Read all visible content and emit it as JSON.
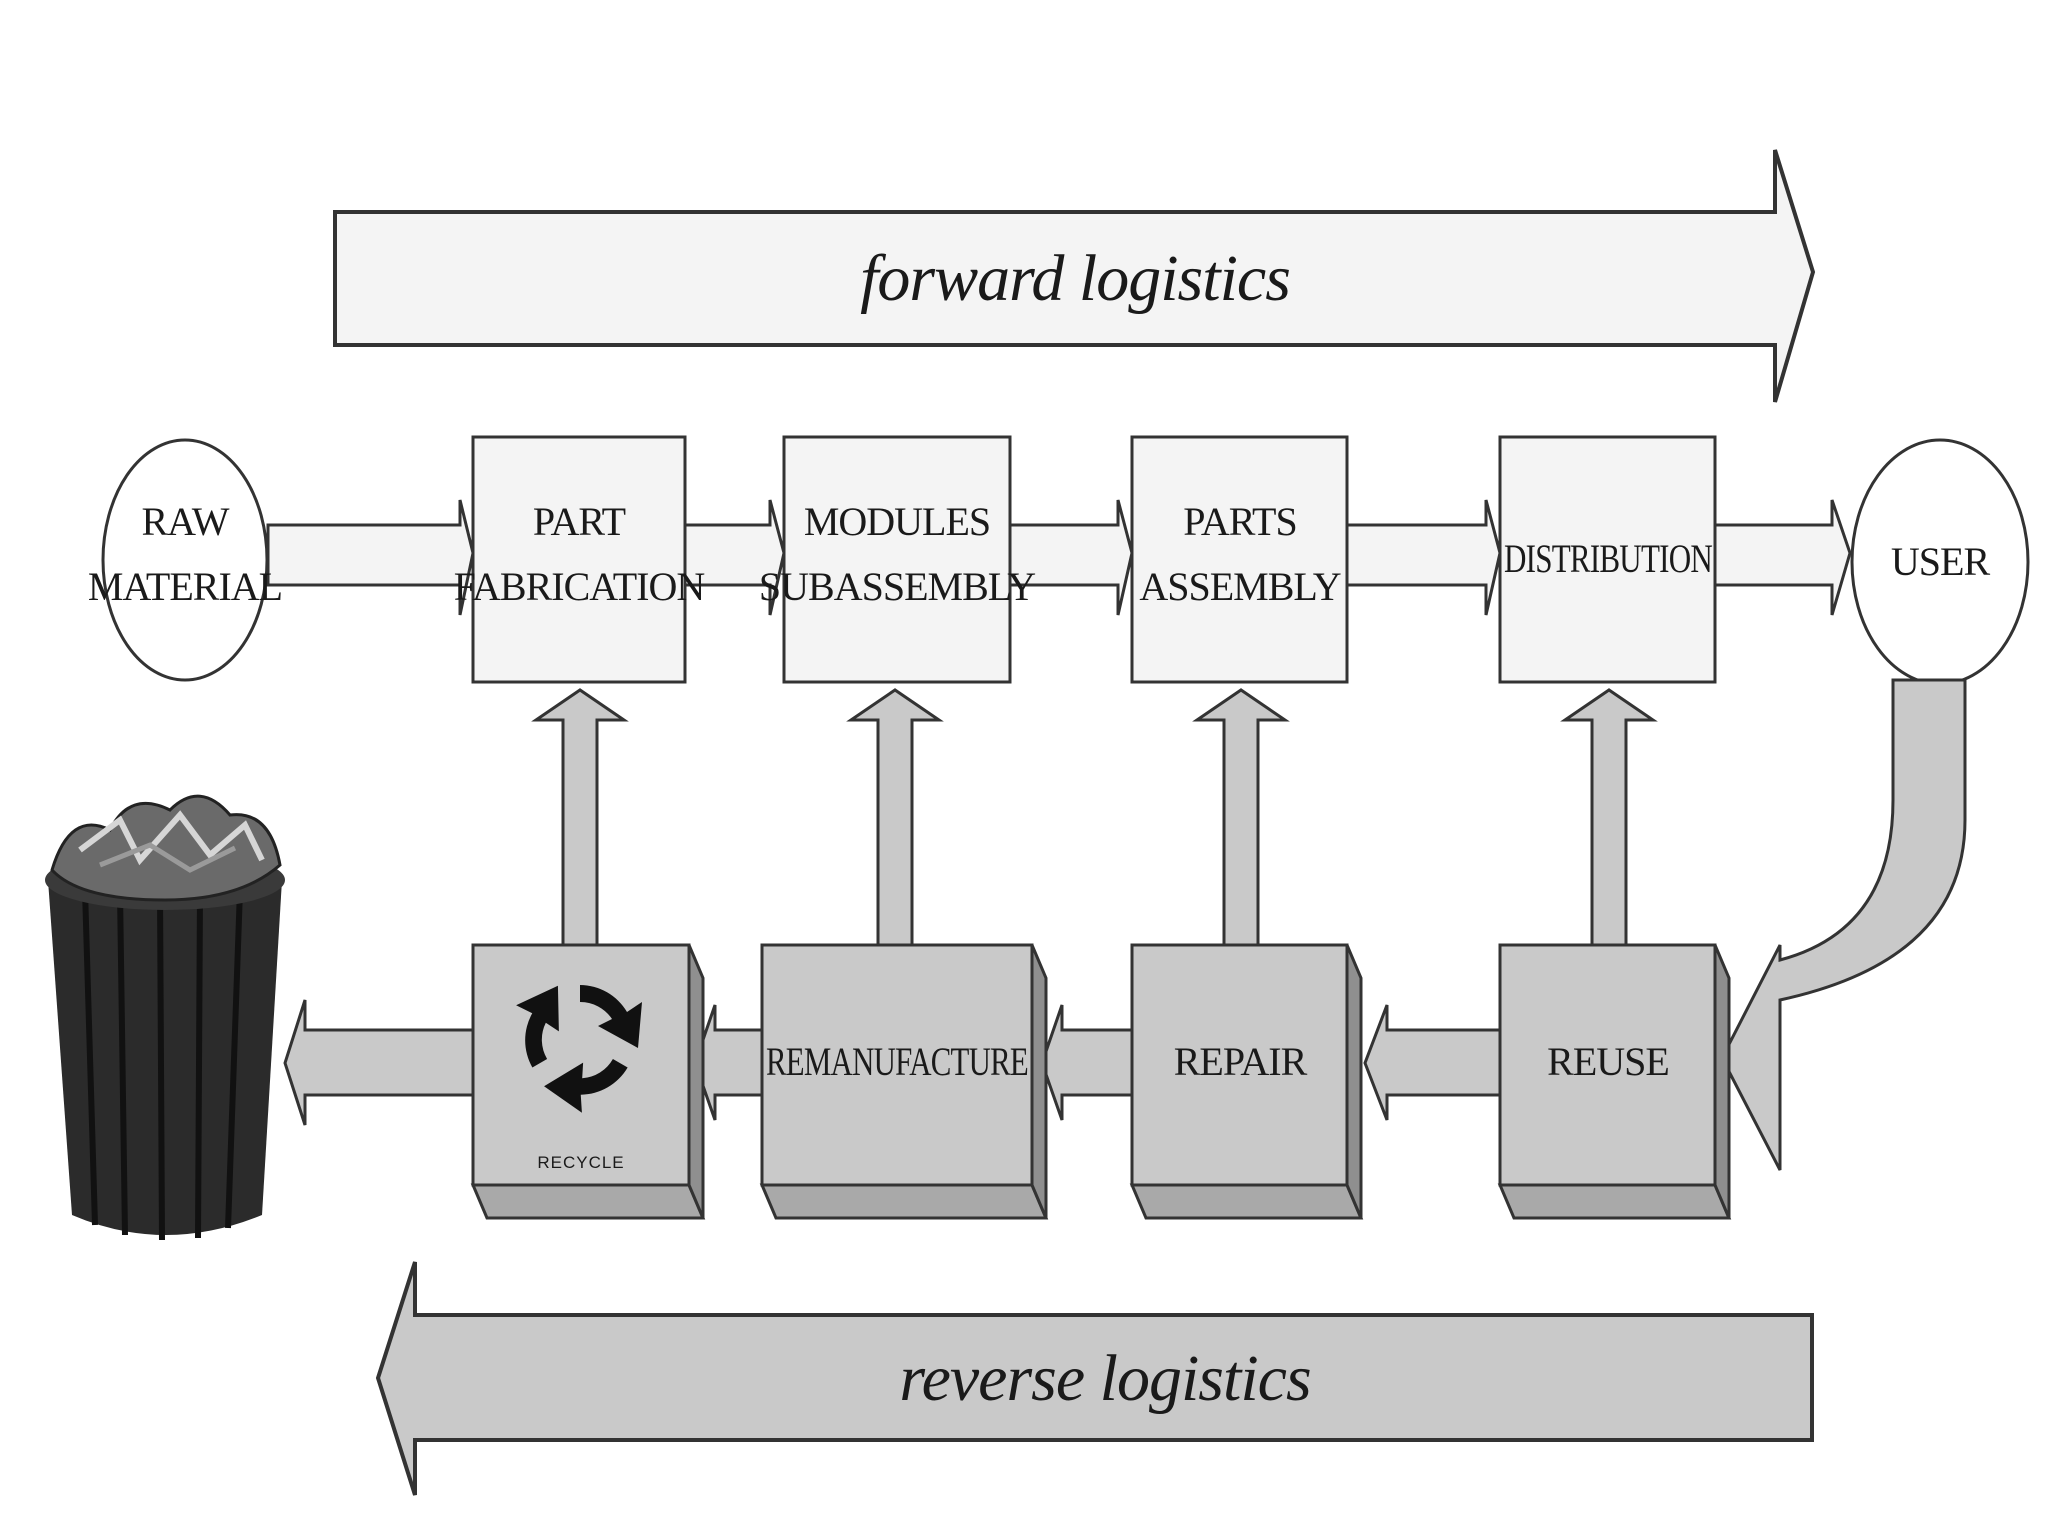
{
  "diagram": {
    "forward_label": "forward logistics",
    "reverse_label": "reverse logistics",
    "nodes": {
      "raw_material": [
        "RAW",
        "MATERIAL"
      ],
      "part_fabrication": [
        "PART",
        "FABRICATION"
      ],
      "modules_subassembly": [
        "MODULES",
        "SUBASSEMBLY"
      ],
      "parts_assembly": [
        "PARTS",
        "ASSEMBLY"
      ],
      "distribution": "DISTRIBUTION",
      "user": "USER"
    },
    "reverse_nodes": {
      "recycle": "RECYCLE",
      "remanufacture": "REMANUFACTURE",
      "repair": "REPAIR",
      "reuse": "REUSE"
    },
    "icons": [
      "recycle-icon",
      "trash-bin-icon"
    ],
    "colors": {
      "forward_fill": "#f4f4f4",
      "reverse_fill": "#c9c9c9",
      "stroke": "#333333"
    }
  }
}
